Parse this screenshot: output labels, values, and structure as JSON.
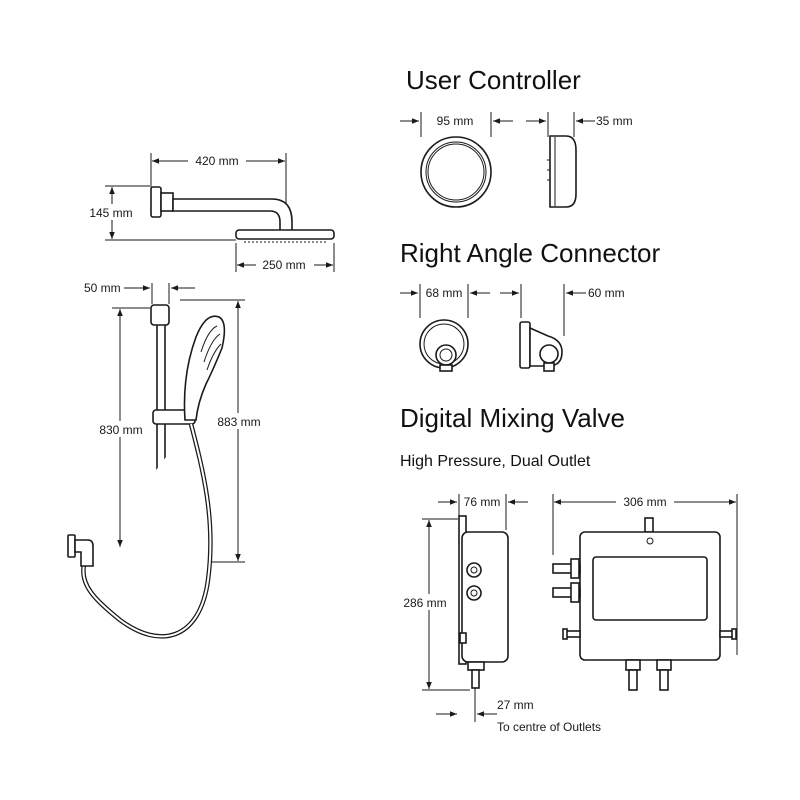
{
  "sections": {
    "user_controller": {
      "title": "User Controller",
      "width": "95 mm",
      "depth": "35 mm"
    },
    "right_angle_connector": {
      "title": "Right Angle Connector",
      "width": "68 mm",
      "depth": "60 mm"
    },
    "digital_mixing_valve": {
      "title": "Digital Mixing Valve",
      "subtitle": "High Pressure, Dual Outlet",
      "depth": "76 mm",
      "width": "306 mm",
      "height": "286 mm",
      "outlet_offset": "27 mm",
      "outlet_note": "To centre of Outlets"
    }
  },
  "shower_head": {
    "arm_length": "420 mm",
    "drop": "145 mm",
    "head_diameter": "250 mm"
  },
  "rail_kit": {
    "bracket_width": "50 mm",
    "rail_length": "830 mm",
    "overall_height": "883 mm"
  }
}
